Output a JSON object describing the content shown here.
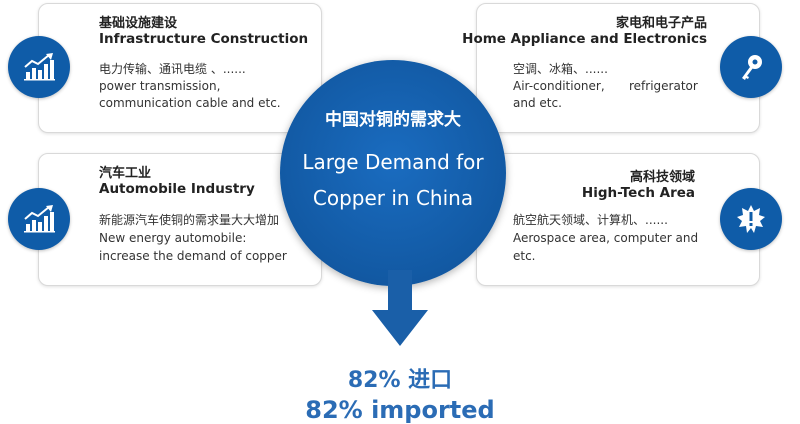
{
  "center": {
    "zh": "中国对铜的需求大",
    "line1": "Large Demand for",
    "line2": "Copper in China"
  },
  "infrastructure": {
    "zh": "基础设施建设",
    "en": "Infrastructure Construction",
    "lines": [
      "电力传输、通讯电缆 、......",
      "power transmission,",
      "communication cable and etc."
    ]
  },
  "home_appliance": {
    "zh": "家电和电子产品",
    "en": "Home Appliance and Electronics",
    "lines": [
      "空调、冰箱、......",
      "Air-conditioner,",
      "refrigerator",
      "and etc."
    ]
  },
  "automobile": {
    "zh": "汽车工业",
    "en": "Automobile Industry",
    "lines": [
      "新能源汽车使铜的需求量大大增加",
      "New energy automobile:",
      "increase the demand of copper"
    ]
  },
  "hightech": {
    "zh": "高科技领域",
    "en": "High-Tech Area",
    "lines": [
      "航空航天领域、计算机、......",
      "Aerospace area, computer and",
      "etc."
    ]
  },
  "imported": {
    "zh": "82% 进口",
    "en": "82% imported"
  },
  "icons": {
    "infrastructure": "bar-chart-growth-icon",
    "home_appliance": "key-icon",
    "automobile": "bar-chart-growth-icon",
    "hightech": "gear-burst-icon"
  },
  "colors": {
    "primary_blue": "#0f5ca8",
    "imported_text": "#2b6cb5",
    "card_border": "#d9d9d9"
  }
}
